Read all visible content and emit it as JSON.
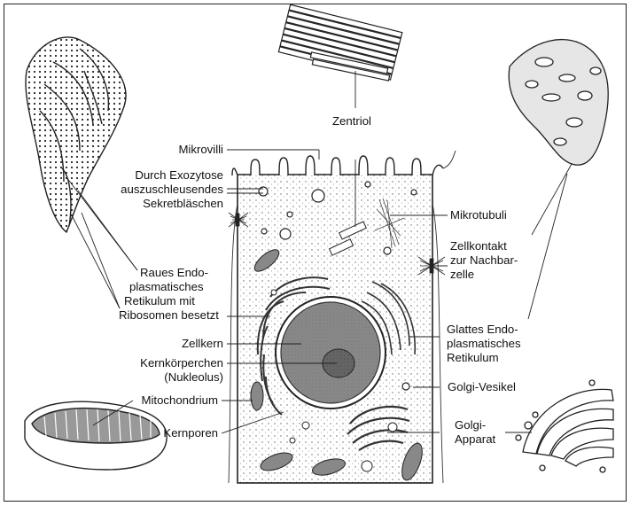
{
  "labels": {
    "zentriol": "Zentriol",
    "mikrovilli": "Mikrovilli",
    "exozytose_1": "Durch Exozytose",
    "exozytose_2": "auszuschleusendes",
    "exozytose_3": "Sekretbläschen",
    "mikrotubuli": "Mikrotubuli",
    "zellkontakt_1": "Zellkontakt",
    "zellkontakt_2": "zur Nachbar-",
    "zellkontakt_3": "zelle",
    "raues_1": "Raues Endo-",
    "raues_2": "plasmatisches",
    "raues_3": "Retikulum mit",
    "raues_4": "Ribosomen besetzt",
    "glattes_1": "Glattes Endo-",
    "glattes_2": "plasmatisches",
    "glattes_3": "Retikulum",
    "zellkern": "Zellkern",
    "kernkoerperchen_1": "Kernkörperchen",
    "kernkoerperchen_2": "(Nukleolus)",
    "golgi_vesikel": "Golgi-Vesikel",
    "mitochondrium": "Mitochondrium",
    "kernporen": "Kernporen",
    "golgi_apparat_1": "Golgi-",
    "golgi_apparat_2": "Apparat"
  }
}
